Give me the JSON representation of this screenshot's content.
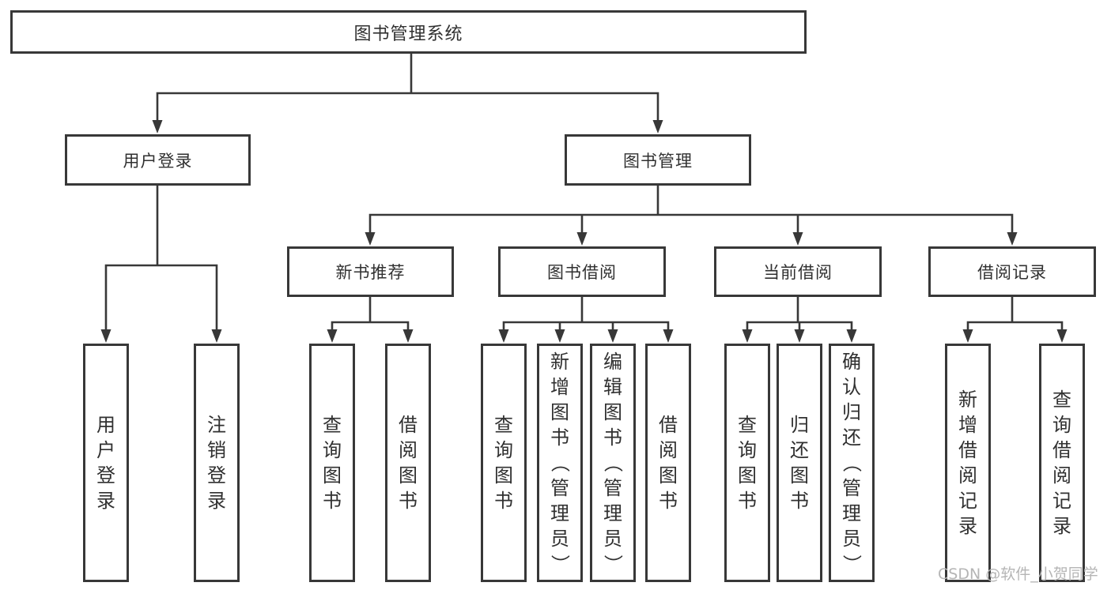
{
  "diagram": {
    "root": {
      "label": "图书管理系统"
    },
    "level2": [
      {
        "label": "用户登录",
        "children": [
          {
            "label": "用户登录"
          },
          {
            "label": "注销登录"
          }
        ]
      },
      {
        "label": "图书管理",
        "children": [
          {
            "label": "新书推荐",
            "children": [
              {
                "label": "查询图书"
              },
              {
                "label": "借阅图书"
              }
            ]
          },
          {
            "label": "图书借阅",
            "children": [
              {
                "label": "查询图书"
              },
              {
                "label": "新增图书（管理员）"
              },
              {
                "label": "编辑图书（管理员）"
              },
              {
                "label": "借阅图书"
              }
            ]
          },
          {
            "label": "当前借阅",
            "children": [
              {
                "label": "查询图书"
              },
              {
                "label": "归还图书"
              },
              {
                "label": "确认归还（管理员）"
              }
            ]
          },
          {
            "label": "借阅记录",
            "children": [
              {
                "label": "新增借阅记录"
              },
              {
                "label": "查询借阅记录"
              }
            ]
          }
        ]
      }
    ]
  },
  "watermark": {
    "text": "CSDN @软件_小贺同学"
  },
  "colors": {
    "line": "#383838",
    "box_border": "#383838",
    "text": "#303030",
    "watermark": "#b5b5b5",
    "background": "#ffffff"
  }
}
